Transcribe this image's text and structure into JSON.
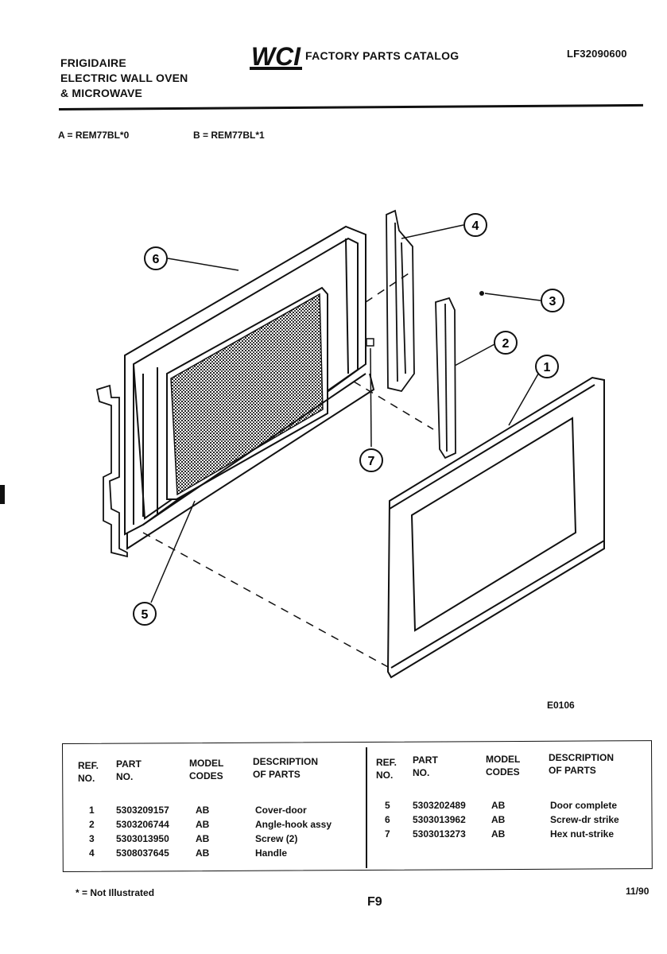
{
  "header": {
    "brand_lines": [
      "FRIGIDAIRE",
      "ELECTRIC WALL OVEN",
      "& MICROWAVE"
    ],
    "logo_text": "WCI",
    "catalog_title": "FACTORY PARTS CATALOG",
    "catalog_number": "LF32090600"
  },
  "models": {
    "a": "A = REM77BL*0",
    "b": "B = REM77BL*1"
  },
  "diagram": {
    "code": "E0106",
    "callouts": [
      "1",
      "2",
      "3",
      "4",
      "5",
      "6",
      "7"
    ]
  },
  "table": {
    "headers": {
      "ref": [
        "REF.",
        "NO."
      ],
      "part": [
        "PART",
        "NO."
      ],
      "model": [
        "MODEL",
        "CODES"
      ],
      "desc": [
        "DESCRIPTION",
        "OF PARTS"
      ]
    },
    "left_rows": [
      {
        "ref": "1",
        "part": "5303209157",
        "codes": "AB",
        "desc": "Cover-door"
      },
      {
        "ref": "2",
        "part": "5303206744",
        "codes": "AB",
        "desc": "Angle-hook assy"
      },
      {
        "ref": "3",
        "part": "5303013950",
        "codes": "AB",
        "desc": "Screw (2)"
      },
      {
        "ref": "4",
        "part": "5308037645",
        "codes": "AB",
        "desc": "Handle"
      }
    ],
    "right_rows": [
      {
        "ref": "5",
        "part": "5303202489",
        "codes": "AB",
        "desc": "Door complete"
      },
      {
        "ref": "6",
        "part": "5303013962",
        "codes": "AB",
        "desc": "Screw-dr strike"
      },
      {
        "ref": "7",
        "part": "5303013273",
        "codes": "AB",
        "desc": "Hex nut-strike"
      }
    ]
  },
  "footer": {
    "note": "* = Not Illustrated",
    "page": "F9",
    "date": "11/90"
  }
}
